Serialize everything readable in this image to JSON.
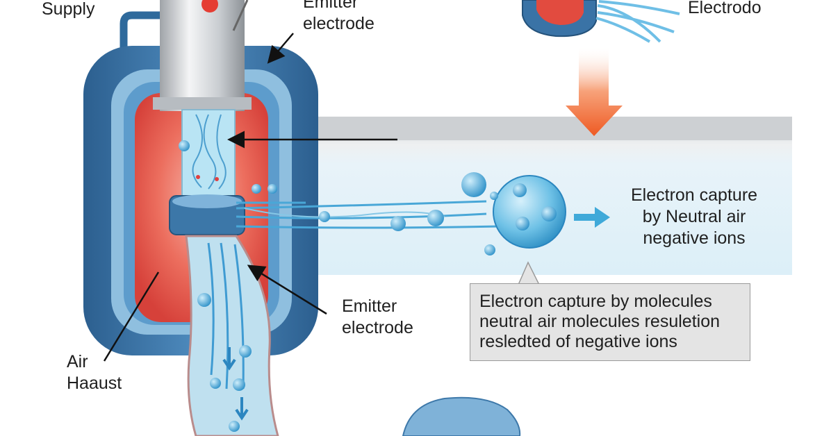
{
  "labels": {
    "supply": "Supply",
    "emitter_top": "Emitter\nelectrode",
    "electrode_top_right": "Electrodo",
    "electron_capture": "Electron capture\nby Neutral air\nnegative ions",
    "emitter_bottom": "Emitter\nelectrode",
    "air_exhaust": "Air\nHaaust"
  },
  "callout": {
    "text": "Electron capture by molecules\nneutral air molecules resuletion\nresledted of negative ions"
  },
  "colors": {
    "housing_blue": "#3f78a8",
    "chamber_red": "#e8544a",
    "air_flow": "#bfe2f2",
    "ion_blue": "#3fa9d9",
    "down_arrow": "#f0642a"
  }
}
